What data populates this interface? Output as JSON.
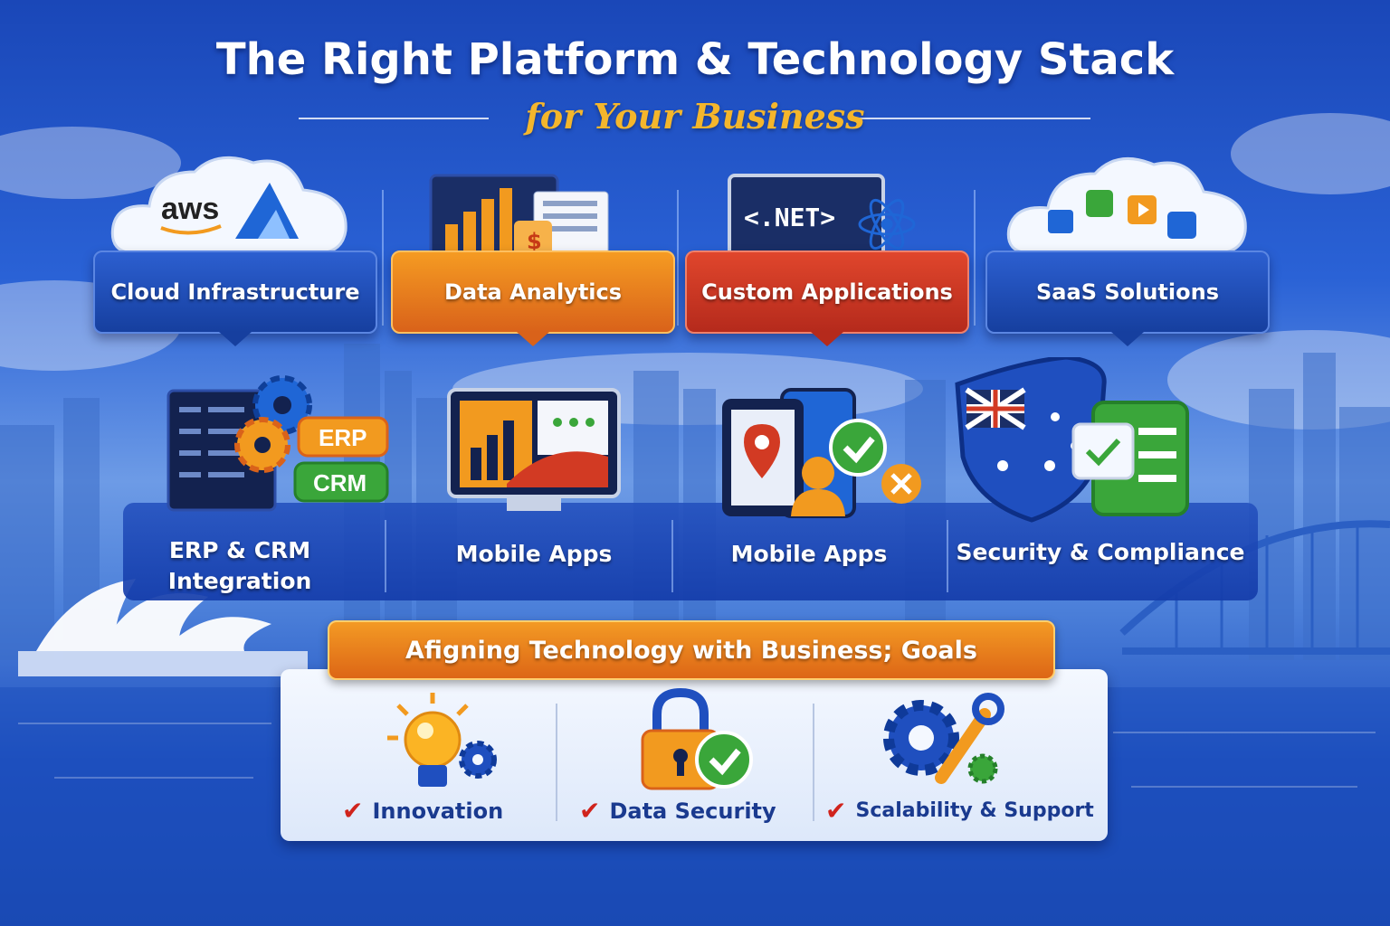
{
  "header": {
    "title": "The Right Platform & Technology Stack",
    "subtitle": "for Your Business"
  },
  "top_cards": [
    {
      "label": "Cloud Infrastructure",
      "icons": [
        "aws-logo",
        "azure-logo",
        "cloud-icon"
      ],
      "color": "#1d4bb5"
    },
    {
      "label": "Data Analytics",
      "icons": [
        "bar-chart-icon",
        "shopping-bag-icon",
        "report-icon"
      ],
      "color": "#ee8a1f"
    },
    {
      "label": "Custom Applications",
      "icons": [
        "monitor-icon",
        "react-icon"
      ],
      "icon_text": "<.NET>",
      "color": "#d23a23"
    },
    {
      "label": "SaaS Solutions",
      "icons": [
        "cloud-icon",
        "app-icons"
      ],
      "color": "#1d4bb5"
    }
  ],
  "middle_items": [
    {
      "label_line1": "ERP & CRM",
      "label_line2": "Integration",
      "badges": [
        "ERP",
        "CRM"
      ],
      "icons": [
        "server-icon",
        "gear-icon"
      ]
    },
    {
      "label": "Mobile Apps",
      "icons": [
        "desktop-dashboard-icon",
        "chat-icon"
      ]
    },
    {
      "label": "Mobile Apps",
      "icons": [
        "tablet-icon",
        "map-pin-icon",
        "user-icon",
        "check-icon",
        "close-icon"
      ]
    },
    {
      "label": "Security & Compliance",
      "icons": [
        "shield-australia-icon",
        "checklist-icon"
      ]
    }
  ],
  "goals": {
    "banner": "Afigning Technology with Business; Goals",
    "items": [
      {
        "label": "Innovation",
        "icon": "lightbulb-gear-icon"
      },
      {
        "label": "Data Security",
        "icon": "padlock-check-icon"
      },
      {
        "label": "Scalability & Support",
        "icon": "gear-wrench-icon"
      }
    ],
    "check_glyph": "✔"
  },
  "colors": {
    "navy": "#1d4bb5",
    "orange": "#ee8a1f",
    "red": "#d23a23",
    "gold": "#f4b62c",
    "green": "#3aa63a"
  }
}
